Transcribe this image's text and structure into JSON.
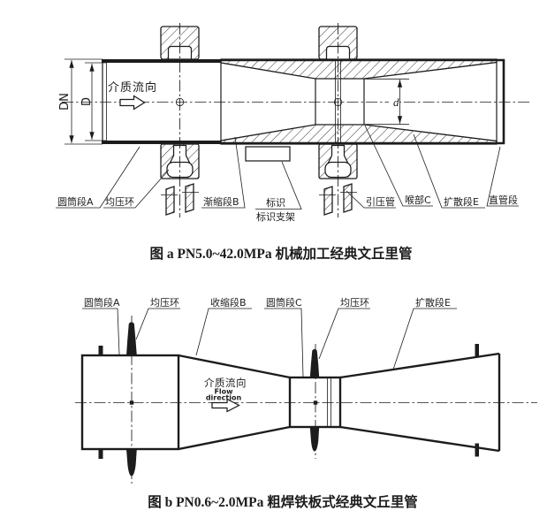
{
  "colors": {
    "ink": "#1c1c1c",
    "paper": "#ffffff"
  },
  "figure_a": {
    "caption": "图 a PN5.0~42.0MPa 机械加工经典文丘里管",
    "flow_direction": "介质流向",
    "dimensions": {
      "nominal": "DN",
      "inlet_bore": "D",
      "throat_bore": "d"
    },
    "labels": {
      "cylinder_a": "圆筒段A",
      "pressure_ring": "均压环",
      "convergent_b": "渐缩段B",
      "nameplate": "标识",
      "nameplate_bracket": "标识支架",
      "pressure_pipe": "引压管",
      "throat_c": "喉部C",
      "divergent_e": "扩散段E",
      "straight_section": "直管段"
    }
  },
  "figure_b": {
    "caption": "图 b PN0.6~2.0MPa 粗焊铁板式经典文丘里管",
    "flow_direction_cn": "介质流向",
    "flow_direction_en_line1": "Flow",
    "flow_direction_en_line2": "direction",
    "labels": {
      "cylinder_a": "圆筒段A",
      "pressure_ring_inlet": "均压环",
      "convergent_b": "收缩段B",
      "cylinder_c": "圆筒段C",
      "pressure_ring_throat": "均压环",
      "divergent_e": "扩散段E"
    }
  }
}
